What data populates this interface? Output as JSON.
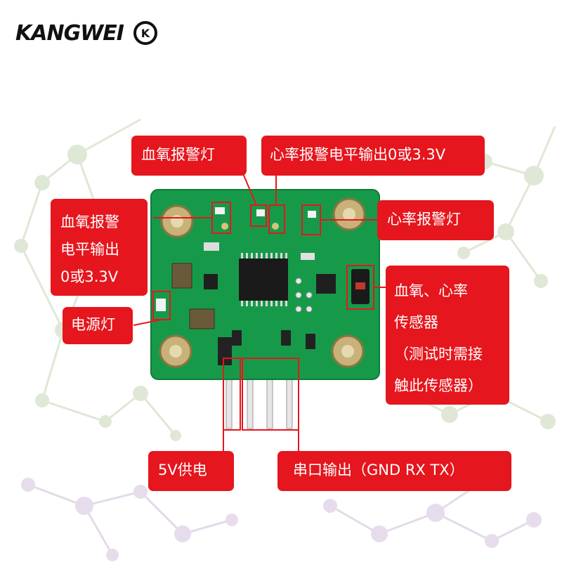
{
  "brand": {
    "logo_text": "KANGWEI",
    "logo_mark": "K"
  },
  "labels": {
    "spo2_led": "血氧报警灯",
    "hr_level": "心率报警电平输出0或3.3V",
    "spo2_level": [
      "血氧报警",
      "电平输出",
      "0或3.3V"
    ],
    "hr_led": "心率报警灯",
    "power_led": "电源灯",
    "sensor": [
      "血氧、心率",
      "传感器",
      "（测试时需接",
      "触此传感器）"
    ],
    "power": "5V供电",
    "uart": "串口输出（GND RX TX）"
  },
  "colors": {
    "label_bg": "#e5161d",
    "pcb_green": "#169a4a",
    "callout": "#e5161d"
  }
}
